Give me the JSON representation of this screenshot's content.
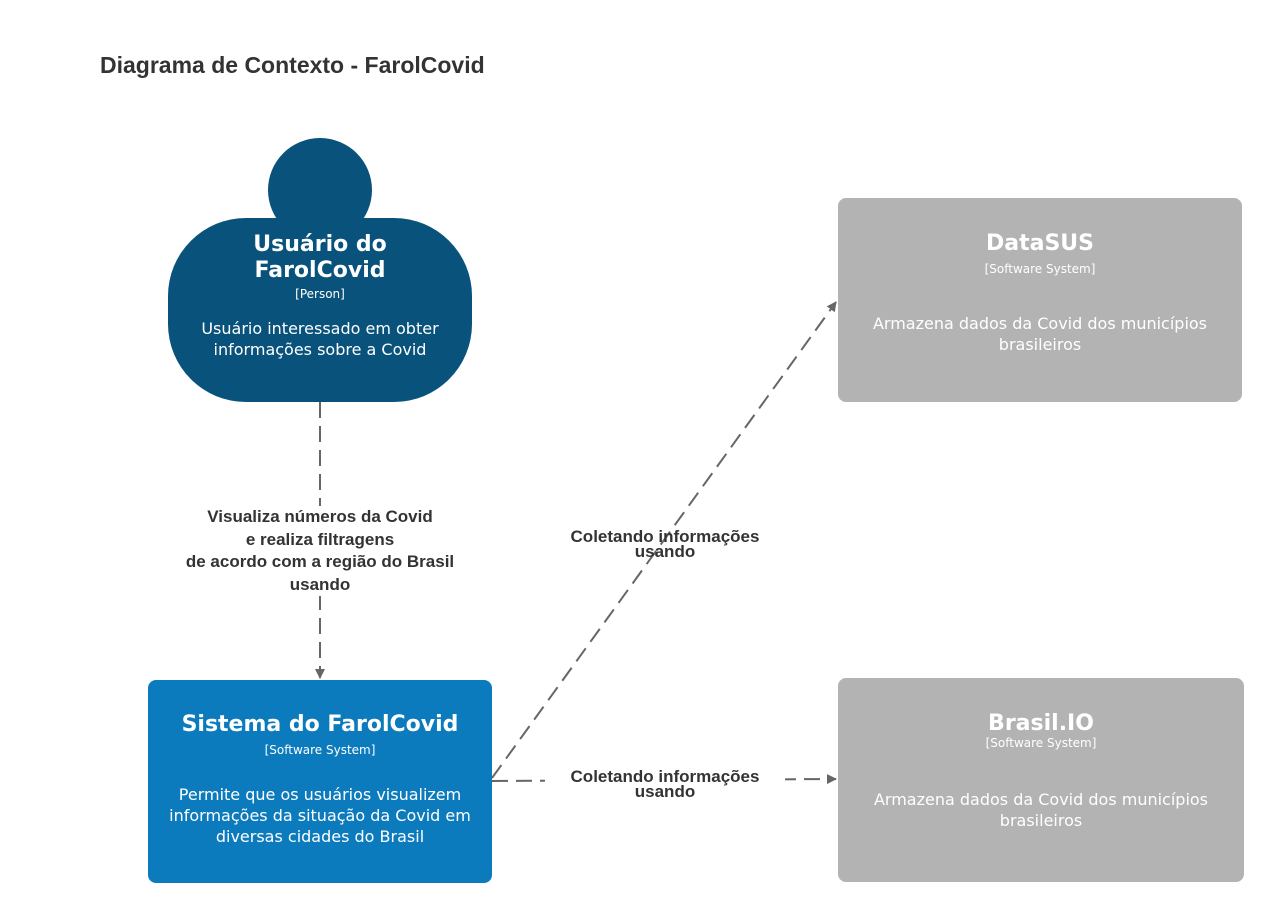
{
  "title": "Diagrama de Contexto - FarolCovid",
  "colors": {
    "person": "#08527b",
    "system": "#0c7bbd",
    "external": "#b3b3b3",
    "arrow": "#666666"
  },
  "person": {
    "name_lines": [
      "Usuário do",
      "FarolCovid"
    ],
    "type": "[Person]",
    "desc_lines": [
      "Usuário interessado em obter",
      "informações sobre a Covid"
    ]
  },
  "sistema": {
    "name": "Sistema do FarolCovid",
    "type": "[Software System]",
    "desc_lines": [
      "Permite que os usuários visualizem",
      "informações da situação da Covid em",
      "diversas cidades do Brasil"
    ]
  },
  "datasus": {
    "name": "DataSUS",
    "type": "[Software System]",
    "desc_lines": [
      "Armazena dados da Covid dos municípios",
      "brasileiros"
    ]
  },
  "brasilio": {
    "name": "Brasil.IO",
    "type": "[Software System]",
    "desc_lines": [
      "Armazena dados da Covid dos municípios",
      "brasileiros"
    ]
  },
  "relations": {
    "user_to_sistema": [
      "Visualiza números da Covid",
      "e realiza filtragens",
      "de acordo com a região do Brasil",
      "usando"
    ],
    "sistema_to_datasus": [
      "Coletando informações",
      "usando"
    ],
    "sistema_to_brasilio": [
      "Coletando informações",
      "usando"
    ]
  }
}
